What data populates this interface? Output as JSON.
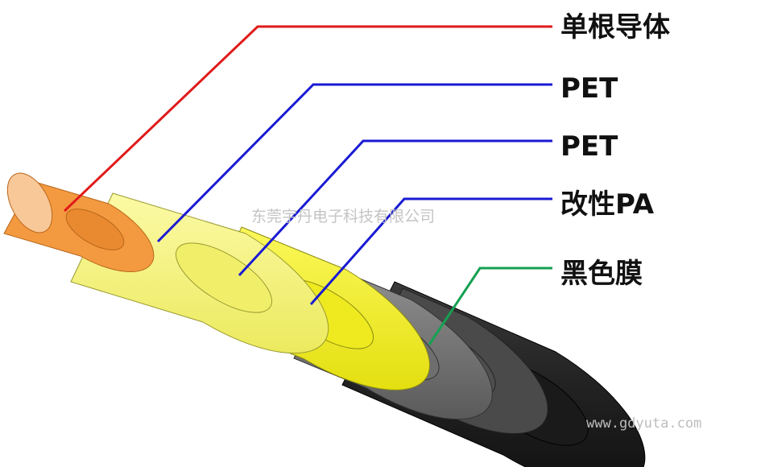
{
  "layers": [
    {
      "id": "conductor",
      "label": "单根导体",
      "line_color": "#e01a1a",
      "fill": "#f09a46"
    },
    {
      "id": "pet-1",
      "label": "PET",
      "line_color": "#1a1ad4",
      "fill": "#f3f17a"
    },
    {
      "id": "pet-2",
      "label": "PET",
      "line_color": "#1a1ad4",
      "fill": "#f2ee2c"
    },
    {
      "id": "modified-pa",
      "label": "改性PA",
      "line_color": "#1a1ad4",
      "fill": "#7a7a7a"
    },
    {
      "id": "black-film",
      "label": "黑色膜",
      "line_color": "#14a050",
      "fill": "#1e1e1e"
    }
  ],
  "watermark": "东莞宇丹电子科技有限公司",
  "website": "www.gdyuta.com"
}
